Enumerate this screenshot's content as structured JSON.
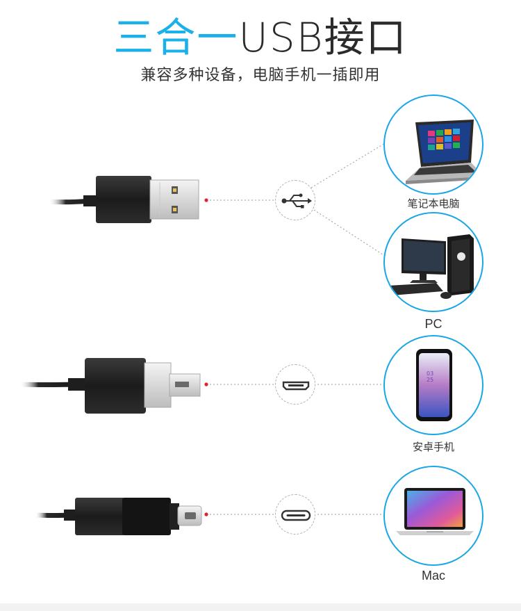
{
  "header": {
    "title_accent": "三合一",
    "title_rest": "USB接口",
    "subtitle": "兼容多种设备，电脑手机一插即用"
  },
  "icons": {
    "usb": "usb-trident-icon",
    "micro_usb": "micro-usb-port-icon",
    "type_c": "type-c-port-icon"
  },
  "devices": [
    {
      "label": "笔记本电脑",
      "image": "laptop-windows"
    },
    {
      "label": "PC",
      "image": "desktop-pc"
    },
    {
      "label": "安卓手机",
      "image": "android-phone"
    },
    {
      "label": "Mac",
      "image": "macbook"
    }
  ],
  "colors": {
    "accent": "#1ab0ea",
    "circle_border": "#19a6e6",
    "dot": "#e0242b"
  }
}
